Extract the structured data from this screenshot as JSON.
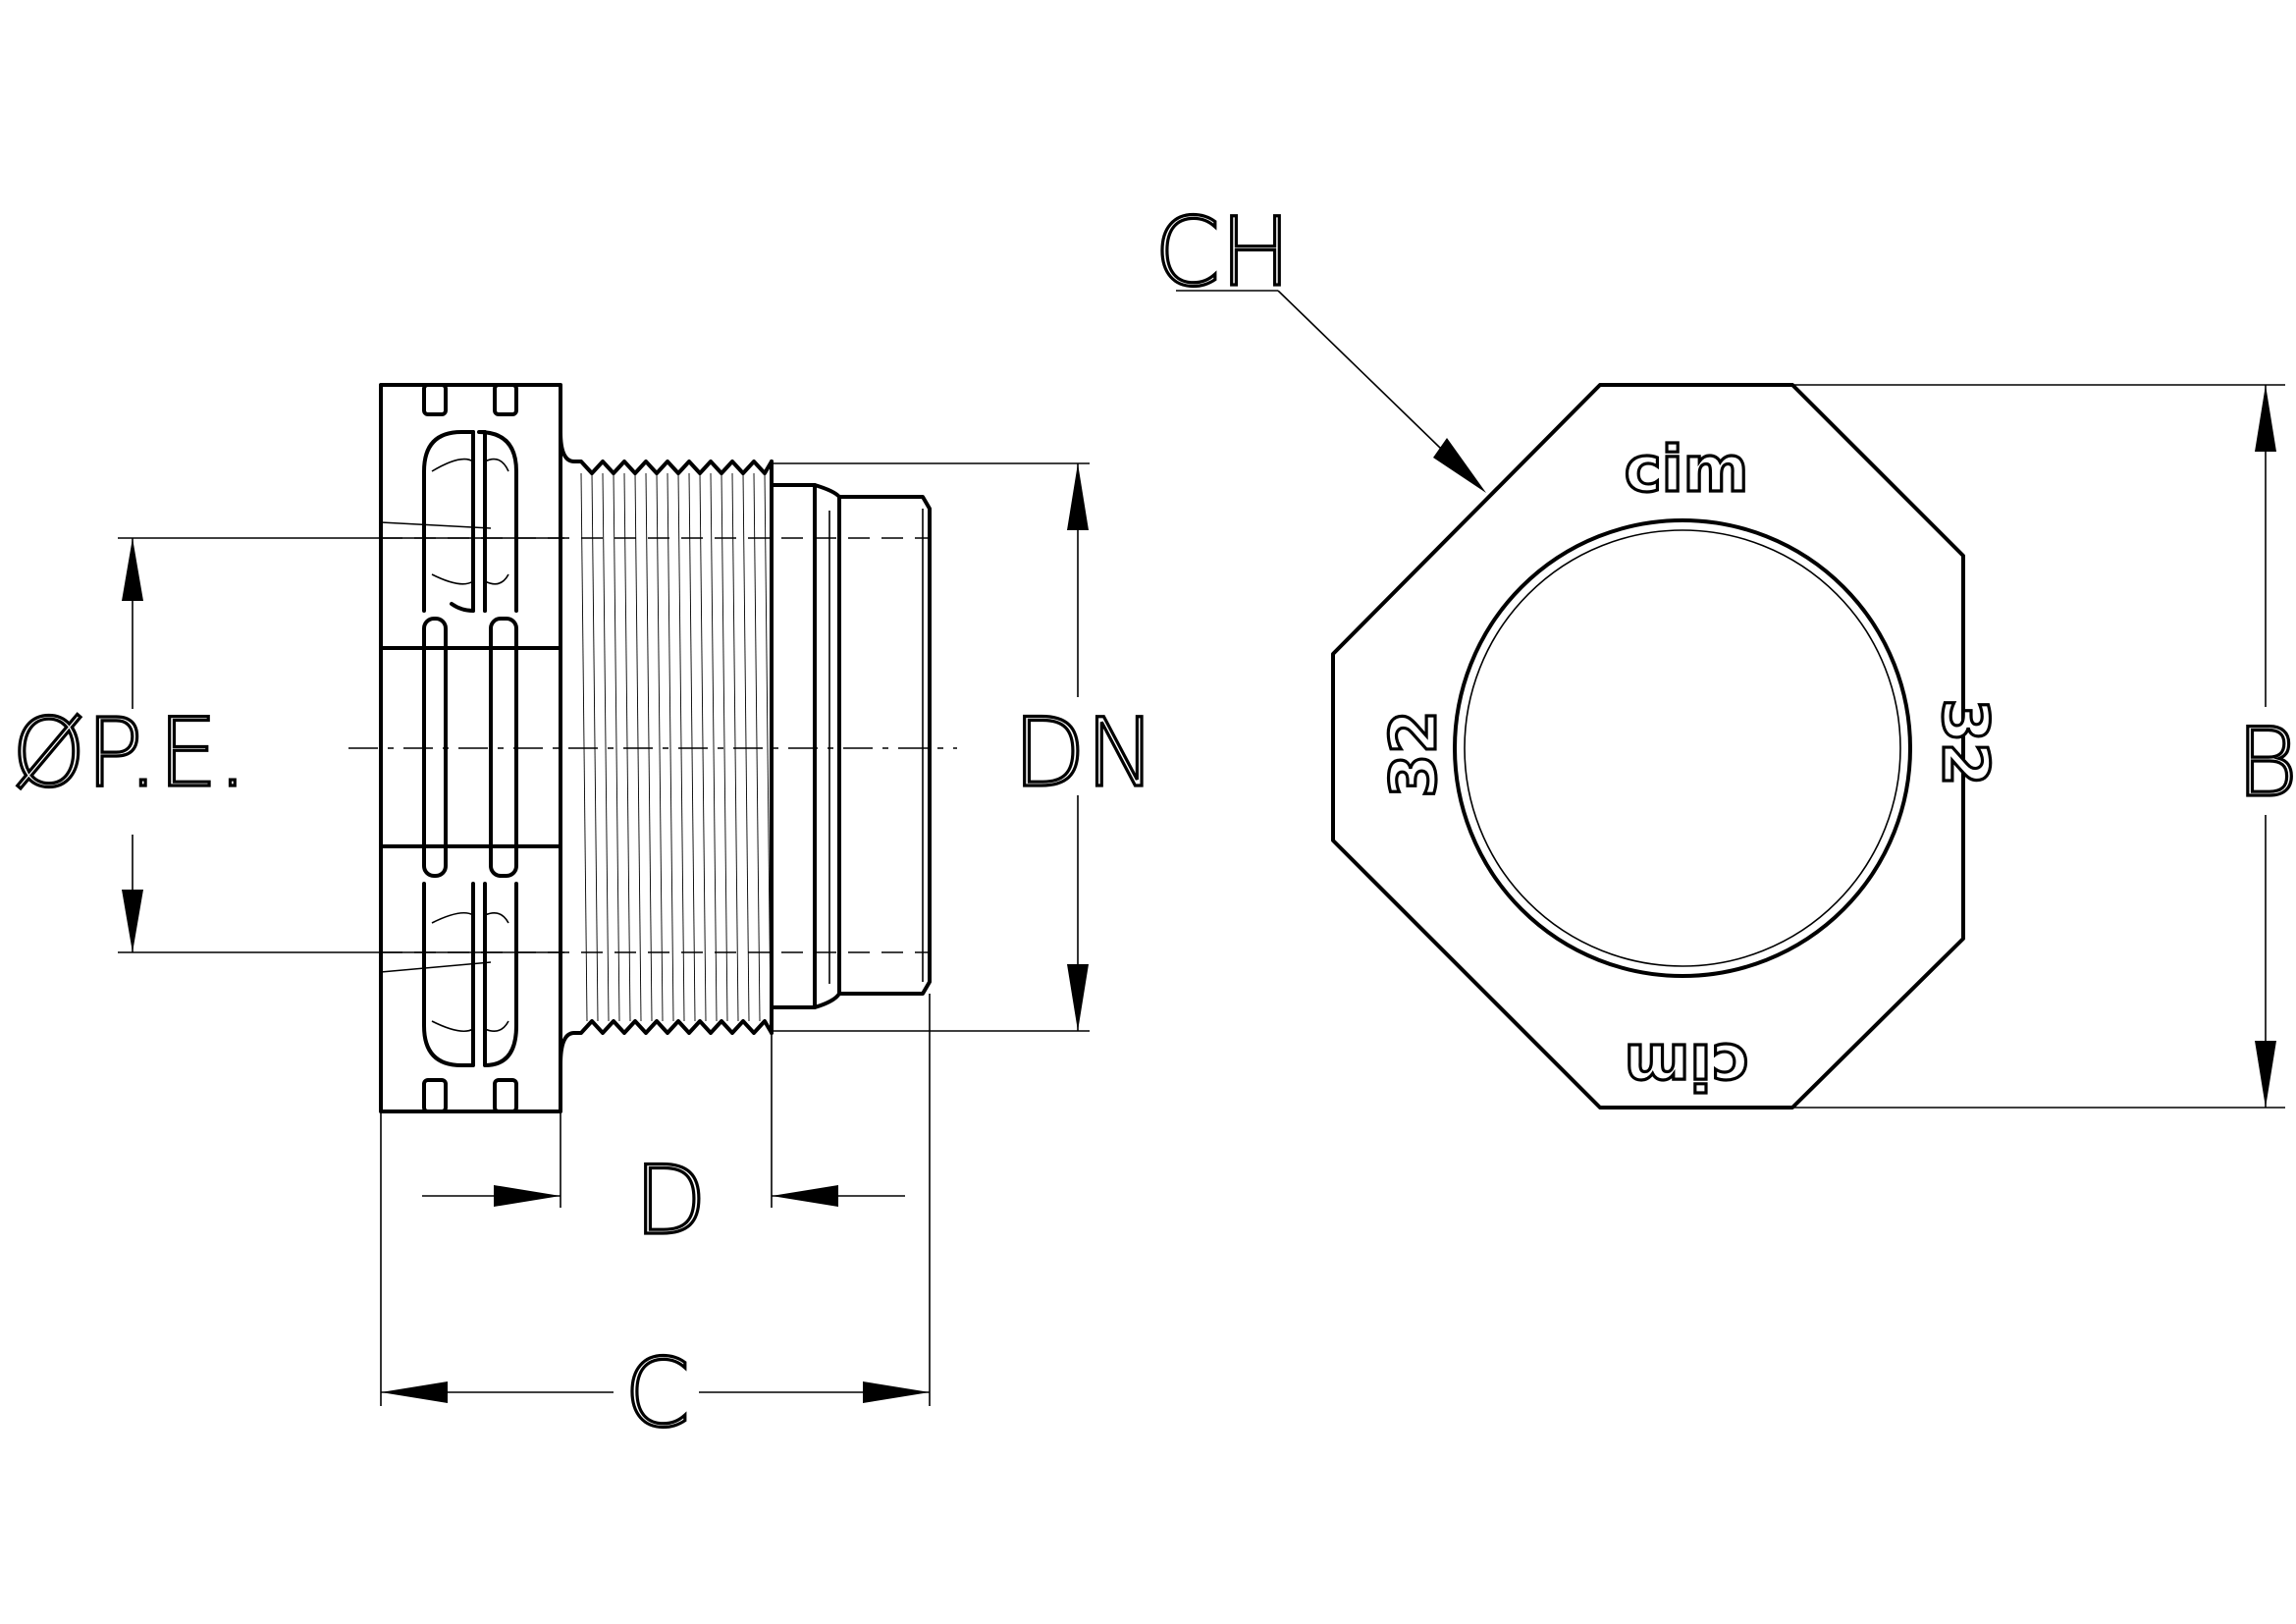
{
  "dimensions": {
    "pe": "ØP.E.",
    "dn": "DN",
    "d": "D",
    "c": "C",
    "ch": "CH",
    "b": "B"
  },
  "markings": {
    "brand": "cim",
    "size": "32"
  }
}
